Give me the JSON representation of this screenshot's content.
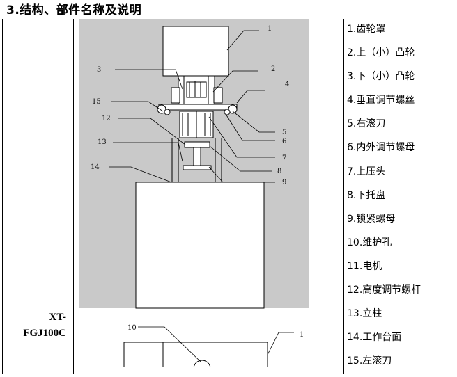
{
  "section_title": "3.结构、部件名称及说明",
  "model": {
    "line1": "XT-",
    "line2": "FGJ100C"
  },
  "parts": [
    "1.齿轮罩",
    "2.上（小）凸轮",
    "3.下（小）凸轮",
    "4.垂直调节螺丝",
    "5.右滚刀",
    "6.内外调节螺母",
    "7.上压头",
    "8.下托盘",
    "9.锁紧螺母",
    "10.维护孔",
    "11.电机",
    "12.高度调节螺杆",
    "13.立柱",
    "14.工作台面",
    "15.左滚刀"
  ],
  "front_view_callouts": [
    "1",
    "2",
    "3",
    "4",
    "5",
    "6",
    "7",
    "8",
    "9",
    "12",
    "13",
    "14",
    "15"
  ],
  "side_view_callouts": [
    "10",
    "1"
  ],
  "colors": {
    "drawing_background": "#c9c9c9",
    "line": "#000000"
  }
}
